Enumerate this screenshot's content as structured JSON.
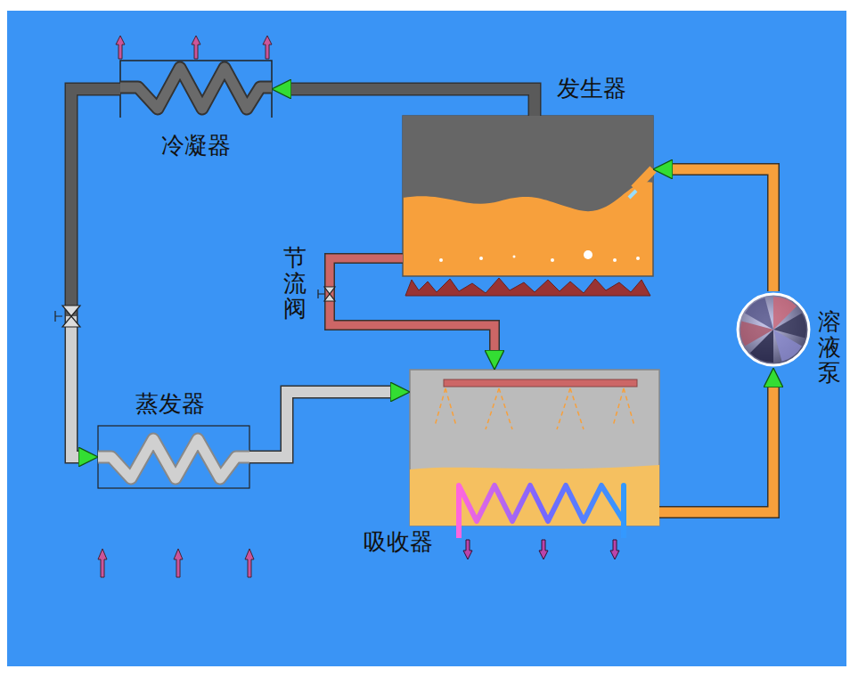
{
  "diagram": {
    "nodes": [
      {
        "text": [
          "发生器"
        ]
      },
      {
        "text": [
          "冷凝器"
        ]
      },
      {
        "text": [
          "溶液泵"
        ]
      },
      {
        "text": [
          "蒸发器"
        ]
      },
      {
        "text": [
          "吸收器"
        ]
      }
    ],
    "edges": [
      {
        "from": 0,
        "to": 1,
        "arrow": "to"
      },
      {
        "from": 1,
        "to": 3,
        "arrow": "to"
      },
      {
        "from": 3,
        "to": 4,
        "arrow": "to"
      },
      {
        "from": 4,
        "to": 2,
        "arrow": "to"
      },
      {
        "from": 2,
        "to": 0,
        "arrow": "to"
      },
      {
        "from": 0,
        "to": 4,
        "label": "节流阀",
        "arrow": "to"
      }
    ]
  }
}
